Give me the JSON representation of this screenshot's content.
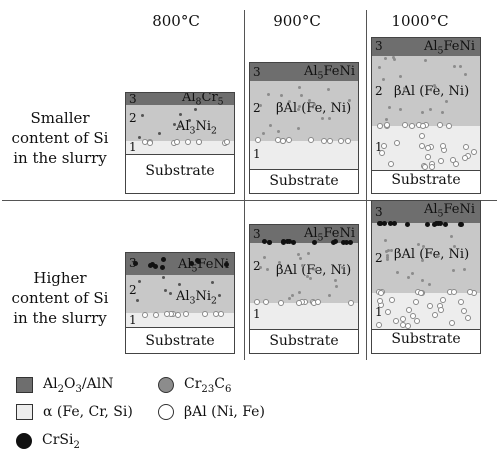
{
  "temperatures": [
    "800°C",
    "900°C",
    "1000°C"
  ],
  "rows": {
    "top": {
      "label_lines": [
        "Smaller",
        "content of Si",
        "in the slurry"
      ]
    },
    "bottom": {
      "label_lines": [
        "Higher",
        "content of Si",
        "in the slurry"
      ]
    }
  },
  "layer_numbers": [
    "1",
    "2",
    "3"
  ],
  "substrate_label": "Substrate",
  "phases": {
    "r1c1_top": "Al8Cr5",
    "r1c1_mid": "Al3Ni2",
    "r1c2_top": "Al5FeNi",
    "r1c2_mid": "βAl (Fe, Ni)",
    "r1c3_top": "Al5FeNi",
    "r1c3_mid": "βAl (Fe, Ni)",
    "r2c1_top": "Al5FeNi",
    "r2c1_mid": "Al3Ni2",
    "r2c2_top": "Al5FeNi",
    "r2c2_mid": "βAl (Fe, Ni)",
    "r2c3_top": "Al5FeNi",
    "r2c3_mid": "βAl (Fe, Ni)"
  },
  "legend": {
    "al2o3": "Al2O3/AlN",
    "alpha": "α (Fe, Cr, Si)",
    "crsi2": "CrSi2",
    "cr23c6": "Cr23C6",
    "betaal": "βAl (Ni, Fe)"
  },
  "colors": {
    "al2o3": "#6e6e6e",
    "alpha": "#ededed",
    "cr23c6": "#8c8c8c",
    "crsi2": "#111111",
    "betaal": "#ffffff",
    "matrix": "#c8c8c8"
  }
}
